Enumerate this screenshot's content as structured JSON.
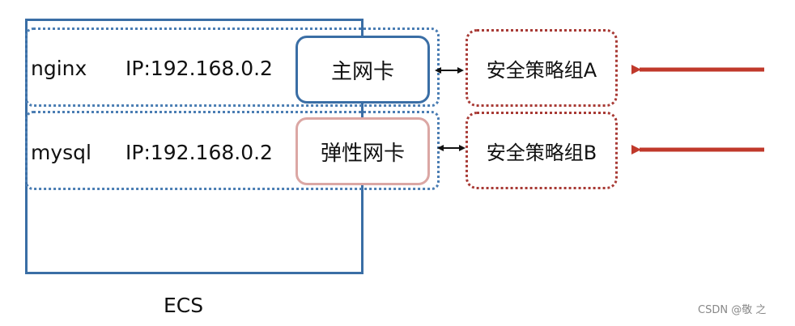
{
  "ecs_label": "ECS",
  "rows": [
    {
      "service": "nginx",
      "ip": "IP:192.168.0.2",
      "nic": "主网卡",
      "security_group": "安全策略组A"
    },
    {
      "service": "mysql",
      "ip": "IP:192.168.0.2",
      "nic": "弹性网卡",
      "security_group": "安全策略组B"
    }
  ],
  "watermark": "CSDN @敬 之",
  "colors": {
    "ecs_border": "#3a6ea5",
    "primary_nic_border": "#3a6ea5",
    "elastic_nic_border": "#dba7a4",
    "security_group_border": "#a83a35",
    "incoming_arrow": "#c0392b"
  }
}
